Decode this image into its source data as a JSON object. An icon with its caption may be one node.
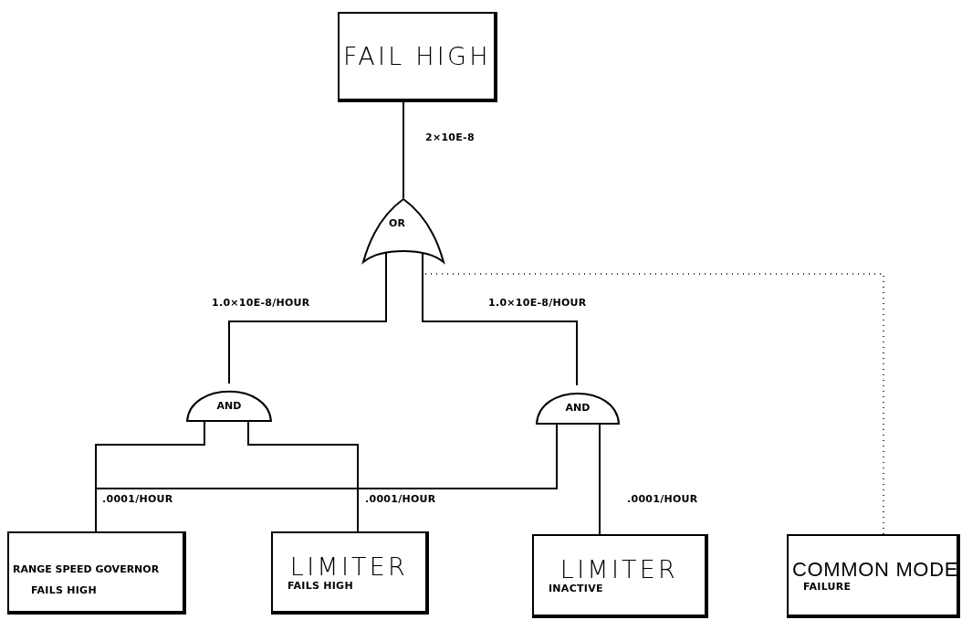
{
  "diagram": {
    "nodes": [
      {
        "text": [
          "FAIL HIGH"
        ]
      },
      {
        "text": [
          "OR"
        ]
      },
      {
        "text": [
          "AND"
        ]
      },
      {
        "text": [
          "AND"
        ]
      },
      {
        "text": [
          "RANGE SPEED GOVERNOR",
          "FAILS HIGH"
        ]
      },
      {
        "text": [
          "LIMITER",
          "FAILS HIGH"
        ]
      },
      {
        "text": [
          "LIMITER",
          "INACTIVE"
        ]
      },
      {
        "text": [
          "COMMON MODE",
          "FAILURE"
        ]
      }
    ],
    "edges": [
      {
        "from": 1,
        "to": 0,
        "arrow": "none",
        "label": "2×10E-8"
      },
      {
        "from": 2,
        "to": 1,
        "arrow": "none",
        "label": "1.0×10E-8/HOUR"
      },
      {
        "from": 3,
        "to": 1,
        "arrow": "none",
        "label": "1.0×10E-8/HOUR"
      },
      {
        "from": 4,
        "to": 2,
        "arrow": "none",
        "label": ".0001/HOUR"
      },
      {
        "from": 5,
        "to": 2,
        "arrow": "none",
        "label": ".0001/HOUR"
      },
      {
        "from": 4,
        "to": 3,
        "arrow": "none"
      },
      {
        "from": 6,
        "to": 3,
        "arrow": "none",
        "label": ".0001/HOUR"
      },
      {
        "from": 7,
        "to": 1,
        "arrow": "none",
        "style": "dashed"
      }
    ]
  }
}
